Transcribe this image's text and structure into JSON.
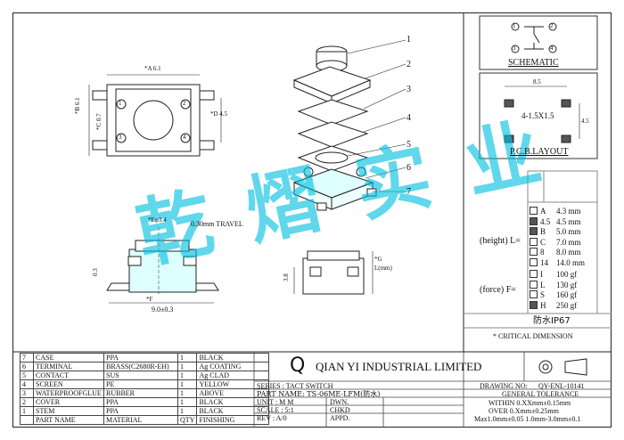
{
  "watermark": "乾 熠 实 业",
  "callouts": [
    "1",
    "2",
    "3",
    "4",
    "5",
    "6",
    "7"
  ],
  "schematic": {
    "label": "SCHEMATIC",
    "pins": [
      "1",
      "2",
      "3",
      "4"
    ]
  },
  "pcb": {
    "label": "P.C.B.LAYOUT",
    "dim_width": "8.5",
    "dim_height": "4.5",
    "hole": "4-1.5X1.5"
  },
  "top_view": {
    "dim_width": "*A 6.1",
    "dim_height_b": "*B 6.1",
    "dim_height_c": "*C 0.7",
    "dim_d": "*D 4.5",
    "pins": [
      "1",
      "2",
      "3",
      "4"
    ]
  },
  "side_view": {
    "dim_e": "*Eφ3.4",
    "travel": "0.30mm TRAVEL",
    "dim_03": "0.3",
    "dim_f": "*F",
    "dim_width": "9.0±0.3"
  },
  "end_view": {
    "dim_38": "3.8",
    "dim_g": "*G",
    "dim_l": "L(mm)"
  },
  "height_options": {
    "label": "(height)  L=",
    "items": [
      {
        "code": "A",
        "value": "4.3 mm",
        "active": false
      },
      {
        "code": "4.5",
        "value": "4.5 mm",
        "active": true
      },
      {
        "code": "B",
        "value": "5.0 mm",
        "active": true
      },
      {
        "code": "C",
        "value": "7.0 mm",
        "active": false
      },
      {
        "code": "8",
        "value": "8.0 mm",
        "active": false
      },
      {
        "code": "14",
        "value": "14.0 mm",
        "active": false
      }
    ]
  },
  "force_options": {
    "label": "(force)  F=",
    "items": [
      {
        "code": "I",
        "value": "100 gf",
        "active": false
      },
      {
        "code": "L",
        "value": "130 gf",
        "active": false
      },
      {
        "code": "S",
        "value": "160 gf",
        "active": false
      },
      {
        "code": "H",
        "value": "250 gf",
        "active": true
      }
    ]
  },
  "waterproof": "防水IP67",
  "critical": "* CRITICAL DIMENSION",
  "bom": {
    "rows": [
      {
        "no": "7",
        "name": "CASE",
        "material": "PPA",
        "qty": "1",
        "finish": "BLACK"
      },
      {
        "no": "6",
        "name": "TERMINAL",
        "material": "BRASS(C2680R-EH)",
        "qty": "1",
        "finish": "Ag COATING"
      },
      {
        "no": "5",
        "name": "CONTACT",
        "material": "SUS",
        "qty": "1",
        "finish": "Ag CLAD"
      },
      {
        "no": "4",
        "name": "SCREEN",
        "material": "PE",
        "qty": "1",
        "finish": "YELLOW"
      },
      {
        "no": "3",
        "name": "WATERPROOFGLUE",
        "material": "RUBBER",
        "qty": "1",
        "finish": "ABOVE"
      },
      {
        "no": "2",
        "name": "COVER",
        "material": "PPA",
        "qty": "1",
        "finish": "BLACK"
      },
      {
        "no": "1",
        "name": "STEM",
        "material": "PPA",
        "qty": "1",
        "finish": "BLACK"
      }
    ],
    "header": {
      "no": "",
      "name": "PART NAME",
      "material": "MATERIAL",
      "qty": "QTY",
      "finish": "FINISHING"
    }
  },
  "title_block": {
    "company_logo": "Q",
    "company": "QIAN YI INDUSTRIAL LIMITED",
    "drawing_no_label": "DRAWING NO:",
    "drawing_no": "QY-ENL-10141",
    "series": "SERIES : TACT SWITCH",
    "part_name": "PART NAME: TS-06ME-LFM(防水)",
    "unit": "UNIT : M M",
    "scale": "SCALE : 5:1",
    "rev": "REV  : A/0",
    "dwn": "DWN.",
    "chkd": "CHKD",
    "appd": "APPD.",
    "tolerance_title": "GENERAL TOLERANCE",
    "tol1": "WITHIN 0.XXmm±0.15mm",
    "tol2": "OVER   0.Xmm±0.25mm",
    "tol3": "Max1.0mm±0.05   1.0mm-3.0mm±0.1"
  }
}
